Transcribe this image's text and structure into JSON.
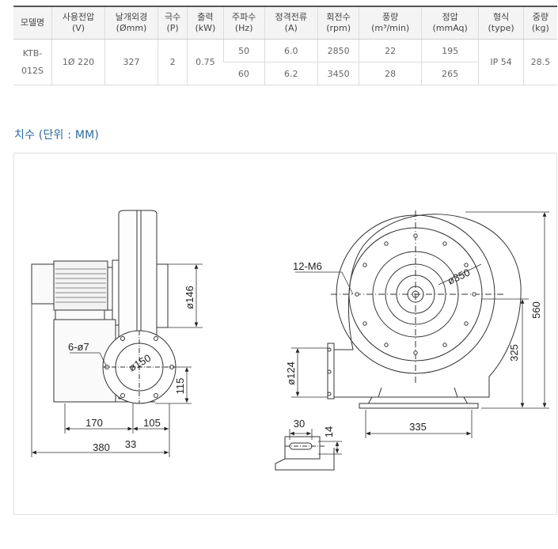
{
  "spec_table": {
    "headers": [
      {
        "line1": "모델명",
        "line2": ""
      },
      {
        "line1": "사용전압",
        "line2": "(V)"
      },
      {
        "line1": "날개외경",
        "line2": "(Ømm)"
      },
      {
        "line1": "극수",
        "line2": "(P)"
      },
      {
        "line1": "출력",
        "line2": "(kW)"
      },
      {
        "line1": "주파수",
        "line2": "(Hz)"
      },
      {
        "line1": "정격전류",
        "line2": "(A)"
      },
      {
        "line1": "회전수",
        "line2": "(rpm)"
      },
      {
        "line1": "풍량",
        "line2": "(m³/min)"
      },
      {
        "line1": "정압",
        "line2": "(mmAq)"
      },
      {
        "line1": "형식",
        "line2": "(type)"
      },
      {
        "line1": "중량",
        "line2": "(kg)"
      }
    ],
    "model": {
      "line1": "KTB-",
      "line2": "012S"
    },
    "voltage": "1Ø 220",
    "impeller_diameter": "327",
    "poles": "2",
    "output": "0.75",
    "rows": [
      {
        "frequency": "50",
        "current": "6.0",
        "rpm": "2850",
        "airflow": "22",
        "pressure": "195"
      },
      {
        "frequency": "60",
        "current": "6.2",
        "rpm": "3450",
        "airflow": "28",
        "pressure": "265"
      }
    ],
    "type": "IP 54",
    "weight": "28.5"
  },
  "section_title": "치수 (단위 : MM)",
  "drawing": {
    "left_view": {
      "outlet_diameter": "ø146",
      "holes": "6-ø7",
      "flange_pcd": "ø150",
      "outlet_height": "115",
      "base_left": "170",
      "base_right": "105",
      "base_gap": "33",
      "overall_length": "380"
    },
    "right_view": {
      "bolts": "12-M6",
      "inlet_pcd": "ø350",
      "overall_height": "560",
      "center_height": "325",
      "outlet_size": "ø124",
      "base_width": "335",
      "slot_width": "30",
      "slot_length": "14"
    }
  }
}
